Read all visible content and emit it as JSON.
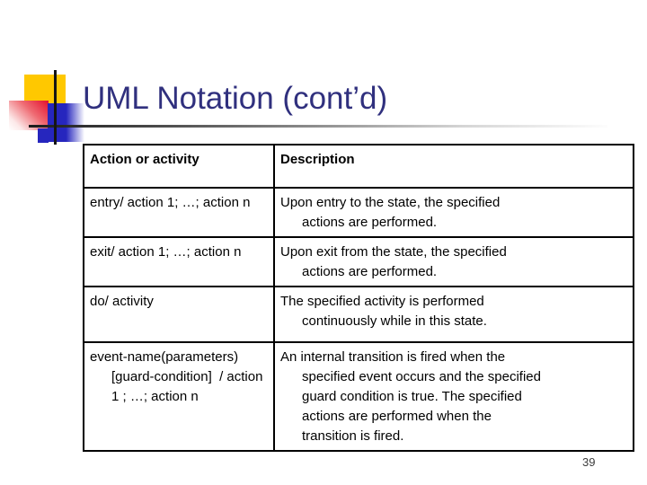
{
  "title": {
    "text": "UML Notation (cont’d)"
  },
  "table": {
    "headers": [
      "Action or activity",
      "Description"
    ],
    "rows": [
      {
        "action": "entry/ action 1; …; action n",
        "description": "Upon entry to the state, the specified\nactions are performed."
      },
      {
        "action": "exit/ action 1; …; action n",
        "description": "Upon exit from the state, the specified\nactions are performed."
      },
      {
        "action": "do/ activity",
        "description": "The specified activity is performed\ncontinuously while in this state."
      },
      {
        "action": "event-name(parameters)\n[guard-condition]  / action\n1 ; …; action n",
        "description": "An internal transition is fired when the\nspecified event occurs and the specified\nguard condition is true. The specified\nactions are performed when the\ntransition is fired."
      }
    ]
  },
  "footer": {
    "page_number": "39"
  },
  "colors": {
    "title_text": "#30307E",
    "accent_yellow": "#FFC800",
    "accent_red": "#E40F2D",
    "accent_blue": "#2626BE",
    "table_border": "#000000"
  }
}
